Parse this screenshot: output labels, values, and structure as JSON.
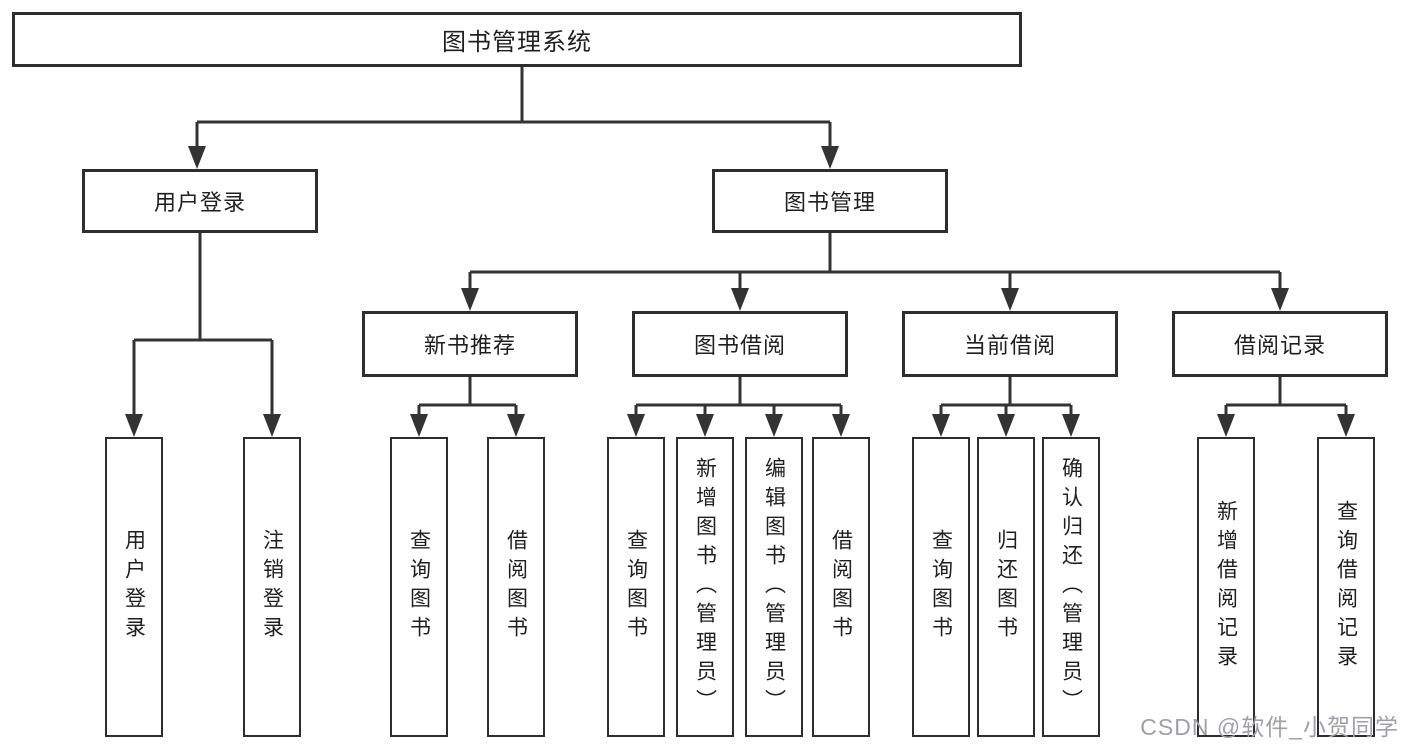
{
  "diagram": {
    "type": "hierarchy-tree",
    "watermark": "CSDN @软件_小贺同学",
    "colors": {
      "background": "#ffffff",
      "line": "#333333",
      "box_border": "#2d2d2d",
      "box_fill": "#ffffff",
      "text": "#1f1f1f",
      "watermark": "#9f9fa8"
    },
    "tree": {
      "label": "图书管理系统",
      "children": [
        {
          "label": "用户登录",
          "children": [
            {
              "label": "用户登录"
            },
            {
              "label": "注销登录"
            }
          ]
        },
        {
          "label": "图书管理",
          "children": [
            {
              "label": "新书推荐",
              "children": [
                {
                  "label": "查询图书"
                },
                {
                  "label": "借阅图书"
                }
              ]
            },
            {
              "label": "图书借阅",
              "children": [
                {
                  "label": "查询图书"
                },
                {
                  "label": "新增图书（管理员）"
                },
                {
                  "label": "编辑图书（管理员）"
                },
                {
                  "label": "借阅图书"
                }
              ]
            },
            {
              "label": "当前借阅",
              "children": [
                {
                  "label": "查询图书"
                },
                {
                  "label": "归还图书"
                },
                {
                  "label": "确认归还（管理员）"
                }
              ]
            },
            {
              "label": "借阅记录",
              "children": [
                {
                  "label": "新增借阅记录"
                },
                {
                  "label": "查询借阅记录"
                }
              ]
            }
          ]
        }
      ]
    }
  }
}
